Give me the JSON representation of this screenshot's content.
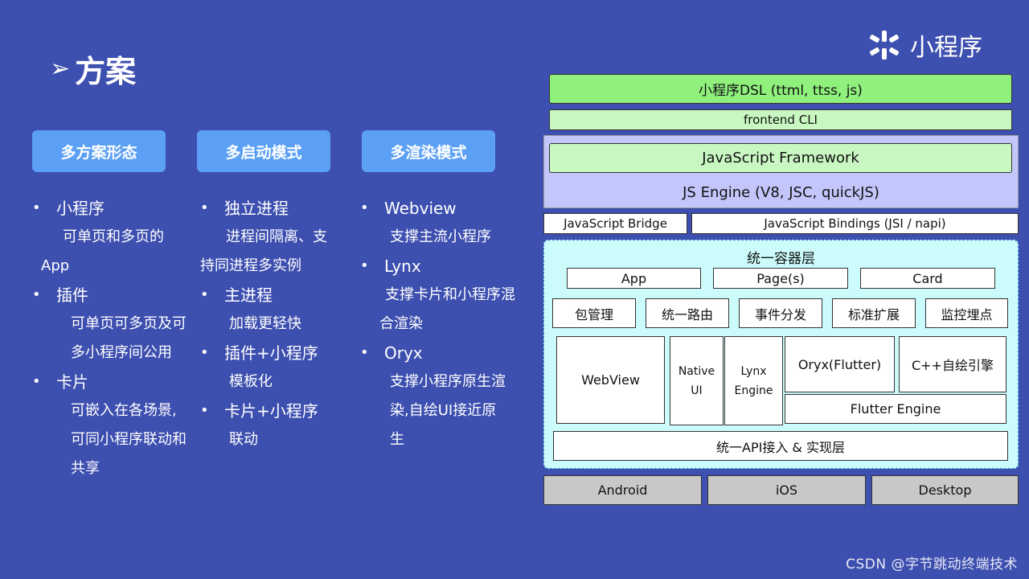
{
  "slide": {
    "title": "方案",
    "logo": "小程序"
  },
  "columns": [
    {
      "header": "多方案形态",
      "items": [
        {
          "label": "小程序",
          "desc": [
            "可单页和多页的",
            "App"
          ]
        },
        {
          "label": "插件",
          "desc": [
            "可单页可多页及可",
            "多小程序间公用"
          ]
        },
        {
          "label": "卡片",
          "desc": [
            "可嵌入在各场景,",
            "可同小程序联动和",
            "共享"
          ]
        }
      ]
    },
    {
      "header": "多启动模式",
      "items": [
        {
          "label": "独立进程",
          "desc": [
            "进程间隔离、支",
            "持同进程多实例"
          ]
        },
        {
          "label": "主进程",
          "desc": [
            "加载更轻快"
          ]
        },
        {
          "label": "插件+小程序",
          "desc": [
            "模板化"
          ]
        },
        {
          "label": "卡片+小程序",
          "desc": [
            "联动"
          ]
        }
      ]
    },
    {
      "header": "多渲染模式",
      "items": [
        {
          "label": "Webview",
          "desc": [
            "支撑主流小程序"
          ]
        },
        {
          "label": "Lynx",
          "desc": [
            "支撑卡片和小程序混",
            "合渲染"
          ]
        },
        {
          "label": "Oryx",
          "desc": [
            "支撑小程序原生渲",
            "染,自绘UI接近原",
            "生"
          ]
        }
      ]
    }
  ],
  "diagram": {
    "dsl": "小程序DSL (ttml, ttss, js)",
    "cli": "frontend CLI",
    "framework": "JavaScript Framework",
    "engine": "JS Engine (V8, JSC, quickJS)",
    "bridge": "JavaScript Bridge",
    "bindings": "JavaScript Bindings (JSI / napi)",
    "container_title": "统一容器层",
    "row1": [
      "App",
      "Page(s)",
      "Card"
    ],
    "row2": [
      "包管理",
      "统一路由",
      "事件分发",
      "标准扩展",
      "监控埋点"
    ],
    "webview": "WebView",
    "native_ui": "Native UI",
    "lynx_engine": "Lynx Engine",
    "oryx": "Oryx(Flutter)",
    "cpp": "C++自绘引擎",
    "flutter_engine": "Flutter Engine",
    "api": "统一API接入 & 实现层",
    "platforms": [
      "Android",
      "iOS",
      "Desktop"
    ]
  },
  "watermark": "CSDN @字节跳动终端技术"
}
